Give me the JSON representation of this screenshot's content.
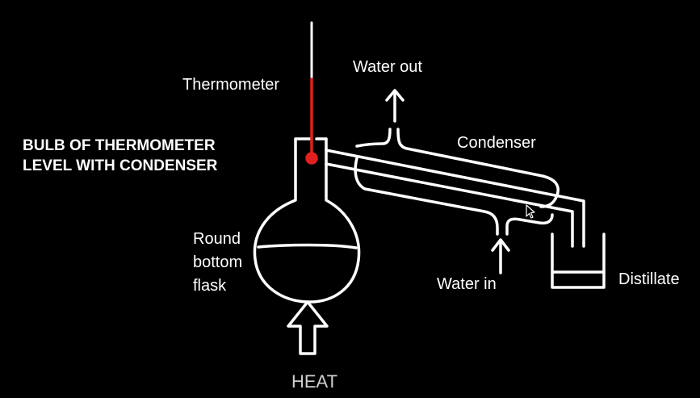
{
  "labels": {
    "thermometer": "Thermometer",
    "water_out": "Water out",
    "condenser": "Condenser",
    "bulb_line1": "BULB OF THERMOMETER",
    "bulb_line2": "LEVEL WITH CONDENSER",
    "round_line1": "Round",
    "round_line2": "bottom",
    "round_line3": "flask",
    "water_in": "Water in",
    "distillate": "Distillate",
    "heat": "HEAT"
  },
  "colors": {
    "background": "#000000",
    "ink": "#ffffff",
    "thermometer": "#e02020",
    "heat_label": "#cfcfcf"
  },
  "icons": {
    "water_out_arrow": "up-arrow-icon",
    "water_in_arrow": "up-arrow-icon",
    "heat_arrow": "outlined-up-arrow-icon"
  }
}
